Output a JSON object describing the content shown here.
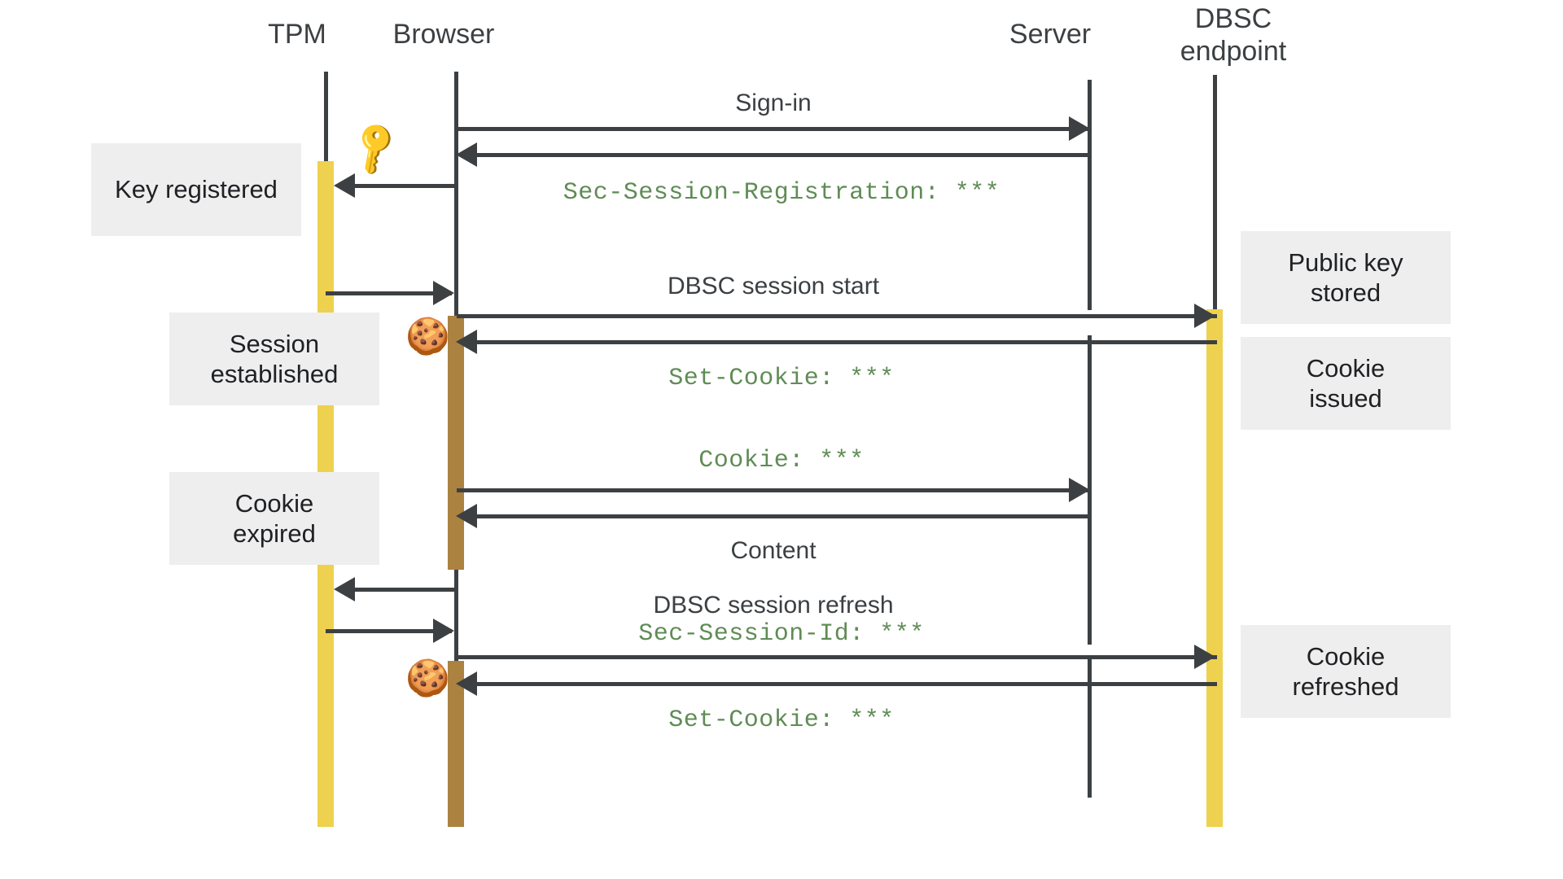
{
  "diagram": {
    "type": "sequence-diagram",
    "title": "DBSC (Device Bound Session Credentials) flow",
    "background": "#ffffff",
    "colors": {
      "line": "#3c4043",
      "note_bg": "#eeeeee",
      "activation_yellow": "#eed14f",
      "activation_brown": "#ab8240",
      "code_green": "#5f8c55"
    }
  },
  "lifelines": [
    {
      "id": "tpm",
      "label": "TPM"
    },
    {
      "id": "browser",
      "label": "Browser"
    },
    {
      "id": "server",
      "label": "Server"
    },
    {
      "id": "dbsc",
      "label": "DBSC\nendpoint",
      "line1": "DBSC",
      "line2": "endpoint"
    }
  ],
  "notes_left": [
    {
      "id": "note-key-registered",
      "text": "Key registered"
    },
    {
      "id": "note-session-established",
      "line1": "Session",
      "line2": "established"
    },
    {
      "id": "note-cookie-expired",
      "line1": "Cookie",
      "line2": "expired"
    }
  ],
  "notes_right": [
    {
      "id": "note-public-key-stored",
      "line1": "Public key",
      "line2": "stored"
    },
    {
      "id": "note-cookie-issued",
      "line1": "Cookie",
      "line2": "issued"
    },
    {
      "id": "note-cookie-refreshed",
      "line1": "Cookie",
      "line2": "refreshed"
    }
  ],
  "messages": [
    {
      "id": "m1",
      "from": "browser",
      "to": "server",
      "label": "Sign-in",
      "style": "plain"
    },
    {
      "id": "m2",
      "from": "server",
      "to": "browser",
      "label": "Sec-Session-Registration: ***",
      "style": "code"
    },
    {
      "id": "m3",
      "from": "browser",
      "to": "tpm",
      "label": "",
      "style": "plain"
    },
    {
      "id": "m4",
      "from": "tpm",
      "to": "browser",
      "label": "",
      "style": "plain"
    },
    {
      "id": "m5",
      "from": "browser",
      "to": "dbsc",
      "label": "DBSC session start",
      "style": "plain"
    },
    {
      "id": "m6",
      "from": "dbsc",
      "to": "browser",
      "label": "Set-Cookie: ***",
      "style": "code"
    },
    {
      "id": "m7",
      "from": "browser",
      "to": "server",
      "label": "Cookie: ***",
      "style": "code"
    },
    {
      "id": "m8",
      "from": "server",
      "to": "browser",
      "label": "Content",
      "style": "plain"
    },
    {
      "id": "m9",
      "from": "browser",
      "to": "tpm",
      "label": "",
      "style": "plain"
    },
    {
      "id": "m10",
      "from": "tpm",
      "to": "browser",
      "label": "",
      "style": "plain"
    },
    {
      "id": "m11",
      "from": "browser",
      "to": "dbsc",
      "label": "DBSC session refresh",
      "style": "plain",
      "sublabel": "Sec-Session-Id: ***"
    },
    {
      "id": "m12",
      "from": "dbsc",
      "to": "browser",
      "label": "Set-Cookie: ***",
      "style": "code"
    }
  ],
  "labels": {
    "sign_in": "Sign-in",
    "sec_session_registration": "Sec-Session-Registration: ***",
    "dbsc_session_start": "DBSC session start",
    "set_cookie_1": "Set-Cookie: ***",
    "cookie": "Cookie: ***",
    "content": "Content",
    "dbsc_session_refresh": "DBSC session refresh",
    "sec_session_id": "Sec-Session-Id: ***",
    "set_cookie_2": "Set-Cookie: ***"
  },
  "icons": {
    "key": "🔑",
    "cookie": "🍪"
  }
}
